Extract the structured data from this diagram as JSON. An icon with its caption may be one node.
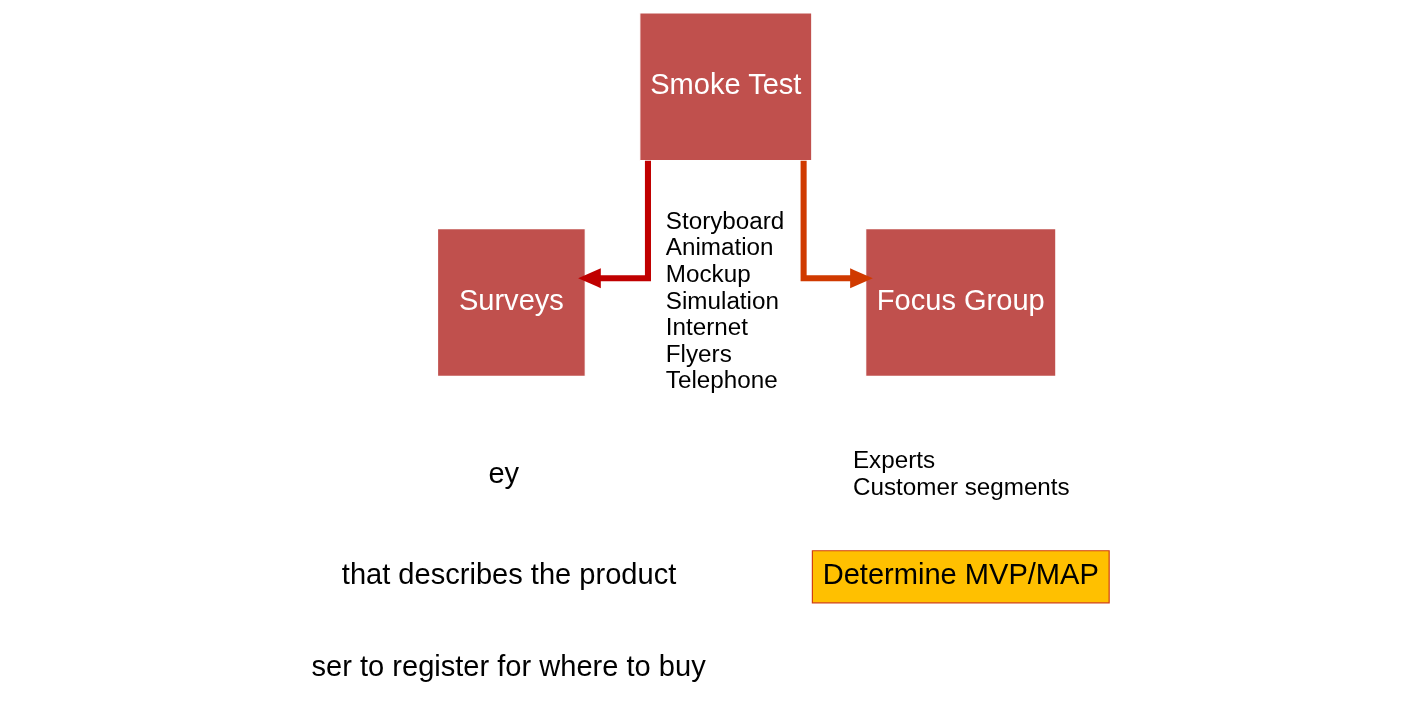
{
  "diagram": {
    "nodes": [
      {
        "text": [
          "Smoke Test"
        ],
        "beside": [
          "Storyboard",
          "Animation",
          "Mockup",
          "Simulation",
          "Internet",
          "Flyers",
          "Telephone"
        ]
      },
      {
        "text": [
          "Surveys"
        ]
      },
      {
        "text": [
          "Focus Group"
        ],
        "beside": [
          "Experts",
          "Customer segments"
        ]
      },
      {
        "text": [
          "Determine MVP/MAP"
        ]
      }
    ],
    "edges": [
      {
        "from": 0,
        "to": 1,
        "arrow": "to",
        "color": "#c00000"
      },
      {
        "from": 0,
        "to": 2,
        "arrow": "to",
        "color": "#d03a00"
      }
    ],
    "labels": [
      "ey",
      "that describes the product",
      "ser to register for where to buy"
    ]
  }
}
